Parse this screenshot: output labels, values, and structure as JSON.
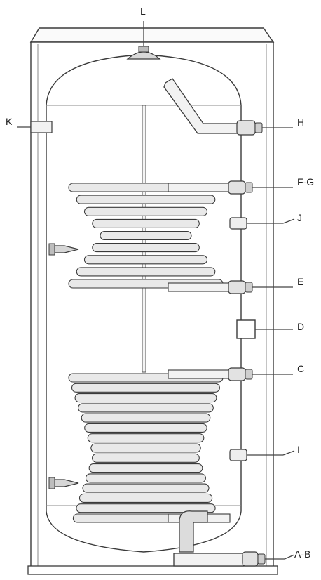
{
  "labels": {
    "L": "L",
    "K": "K",
    "H": "H",
    "FG": "F-G",
    "J": "J",
    "E": "E",
    "D": "D",
    "C": "C",
    "I": "I",
    "AB": "A-B"
  },
  "colors": {
    "outline": "#3a3a3a",
    "pipe_fill": "#f2f2f2",
    "coil_fill": "#e9e9e9",
    "shell_fill": "#ffffff"
  },
  "coils": {
    "upper_turns": 9,
    "lower_turns": 15
  }
}
